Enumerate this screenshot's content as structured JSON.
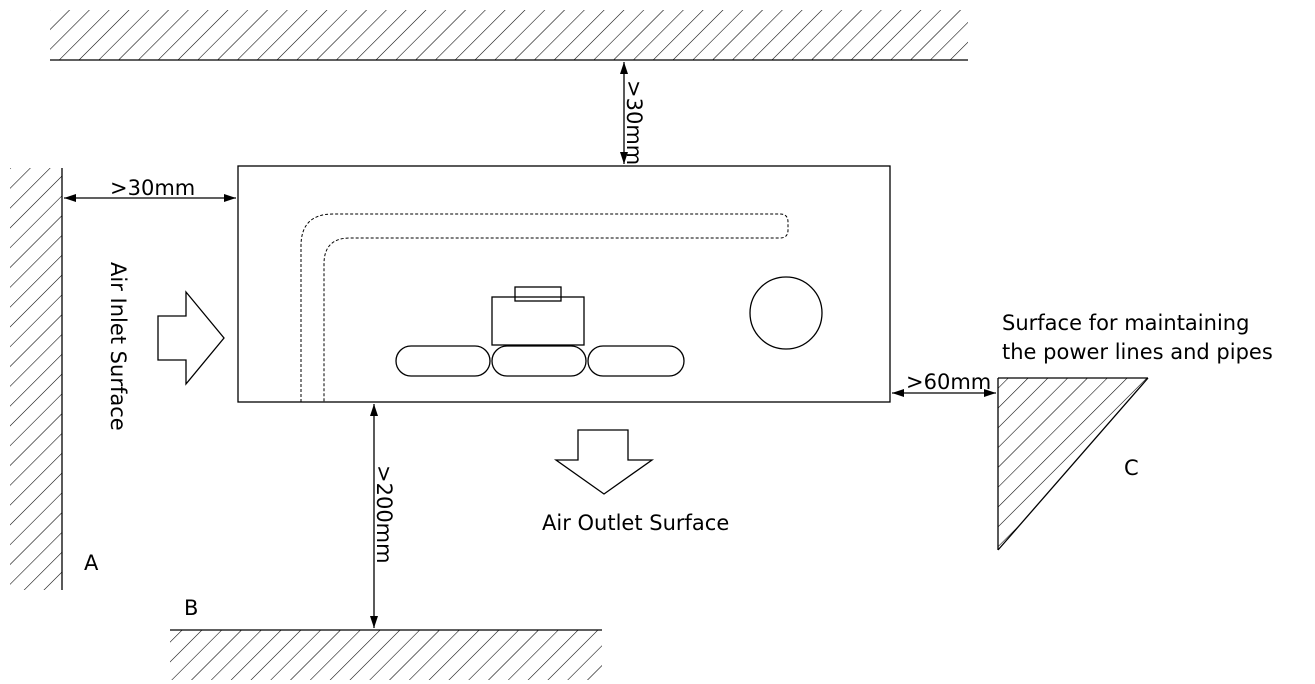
{
  "dimensions": {
    "top": ">30mm",
    "left": ">30mm",
    "bottom": ">200mm",
    "right": ">60mm"
  },
  "labels": {
    "air_inlet": "Air Inlet Surface",
    "air_outlet": "Air Outlet Surface",
    "maintenance_line1": "Surface for maintaining",
    "maintenance_line2": "the power lines and pipes",
    "wall_a": "A",
    "wall_b": "B",
    "wall_c": "C"
  }
}
